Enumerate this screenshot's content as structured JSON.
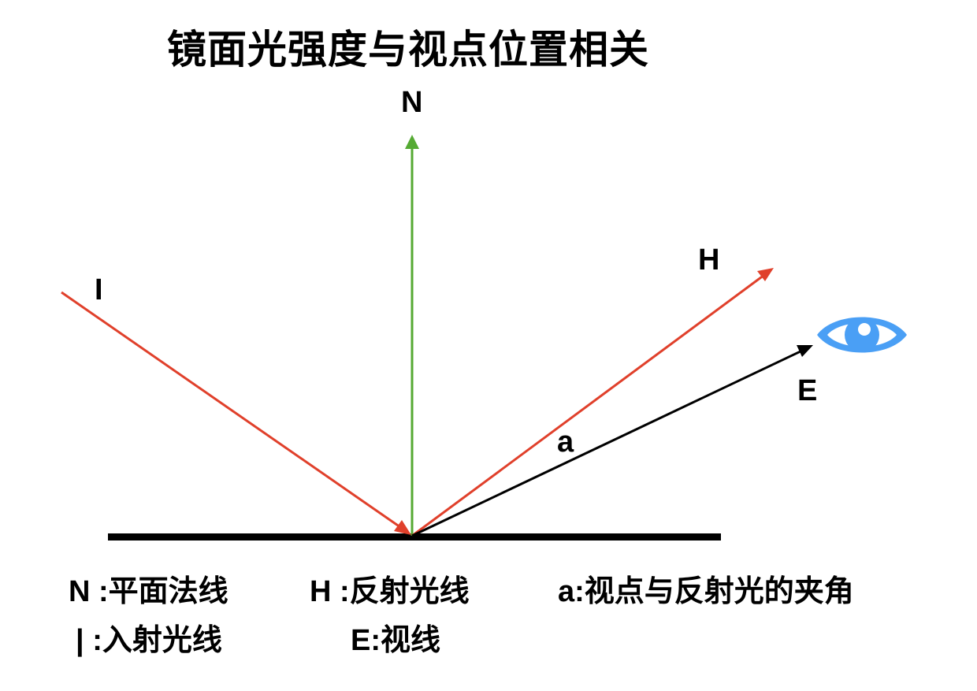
{
  "title": "镜面光强度与视点位置相关",
  "colors": {
    "incident_ray": "#e0402b",
    "normal": "#55aa33",
    "reflected_ray": "#e0402b",
    "view_ray": "#000000",
    "surface": "#000000",
    "eye_icon": "#4a9ff5"
  },
  "labels": {
    "normal": "N",
    "incident": "I",
    "reflected": "H",
    "view": "E",
    "angle": "a"
  },
  "legend": {
    "row1": [
      {
        "key": "N",
        "sep": " :",
        "text": "平面法线"
      },
      {
        "key": "H",
        "sep": " :",
        "text": "反射光线"
      },
      {
        "key": "a",
        "sep": ":",
        "text": "视点与反射光的夹角"
      }
    ],
    "row2": [
      {
        "key": "|",
        "sep": " :",
        "text": "入射光线"
      },
      {
        "key": "E",
        "sep": ":",
        "text": "视线"
      }
    ]
  },
  "icons": {
    "eye": "eye-icon"
  }
}
